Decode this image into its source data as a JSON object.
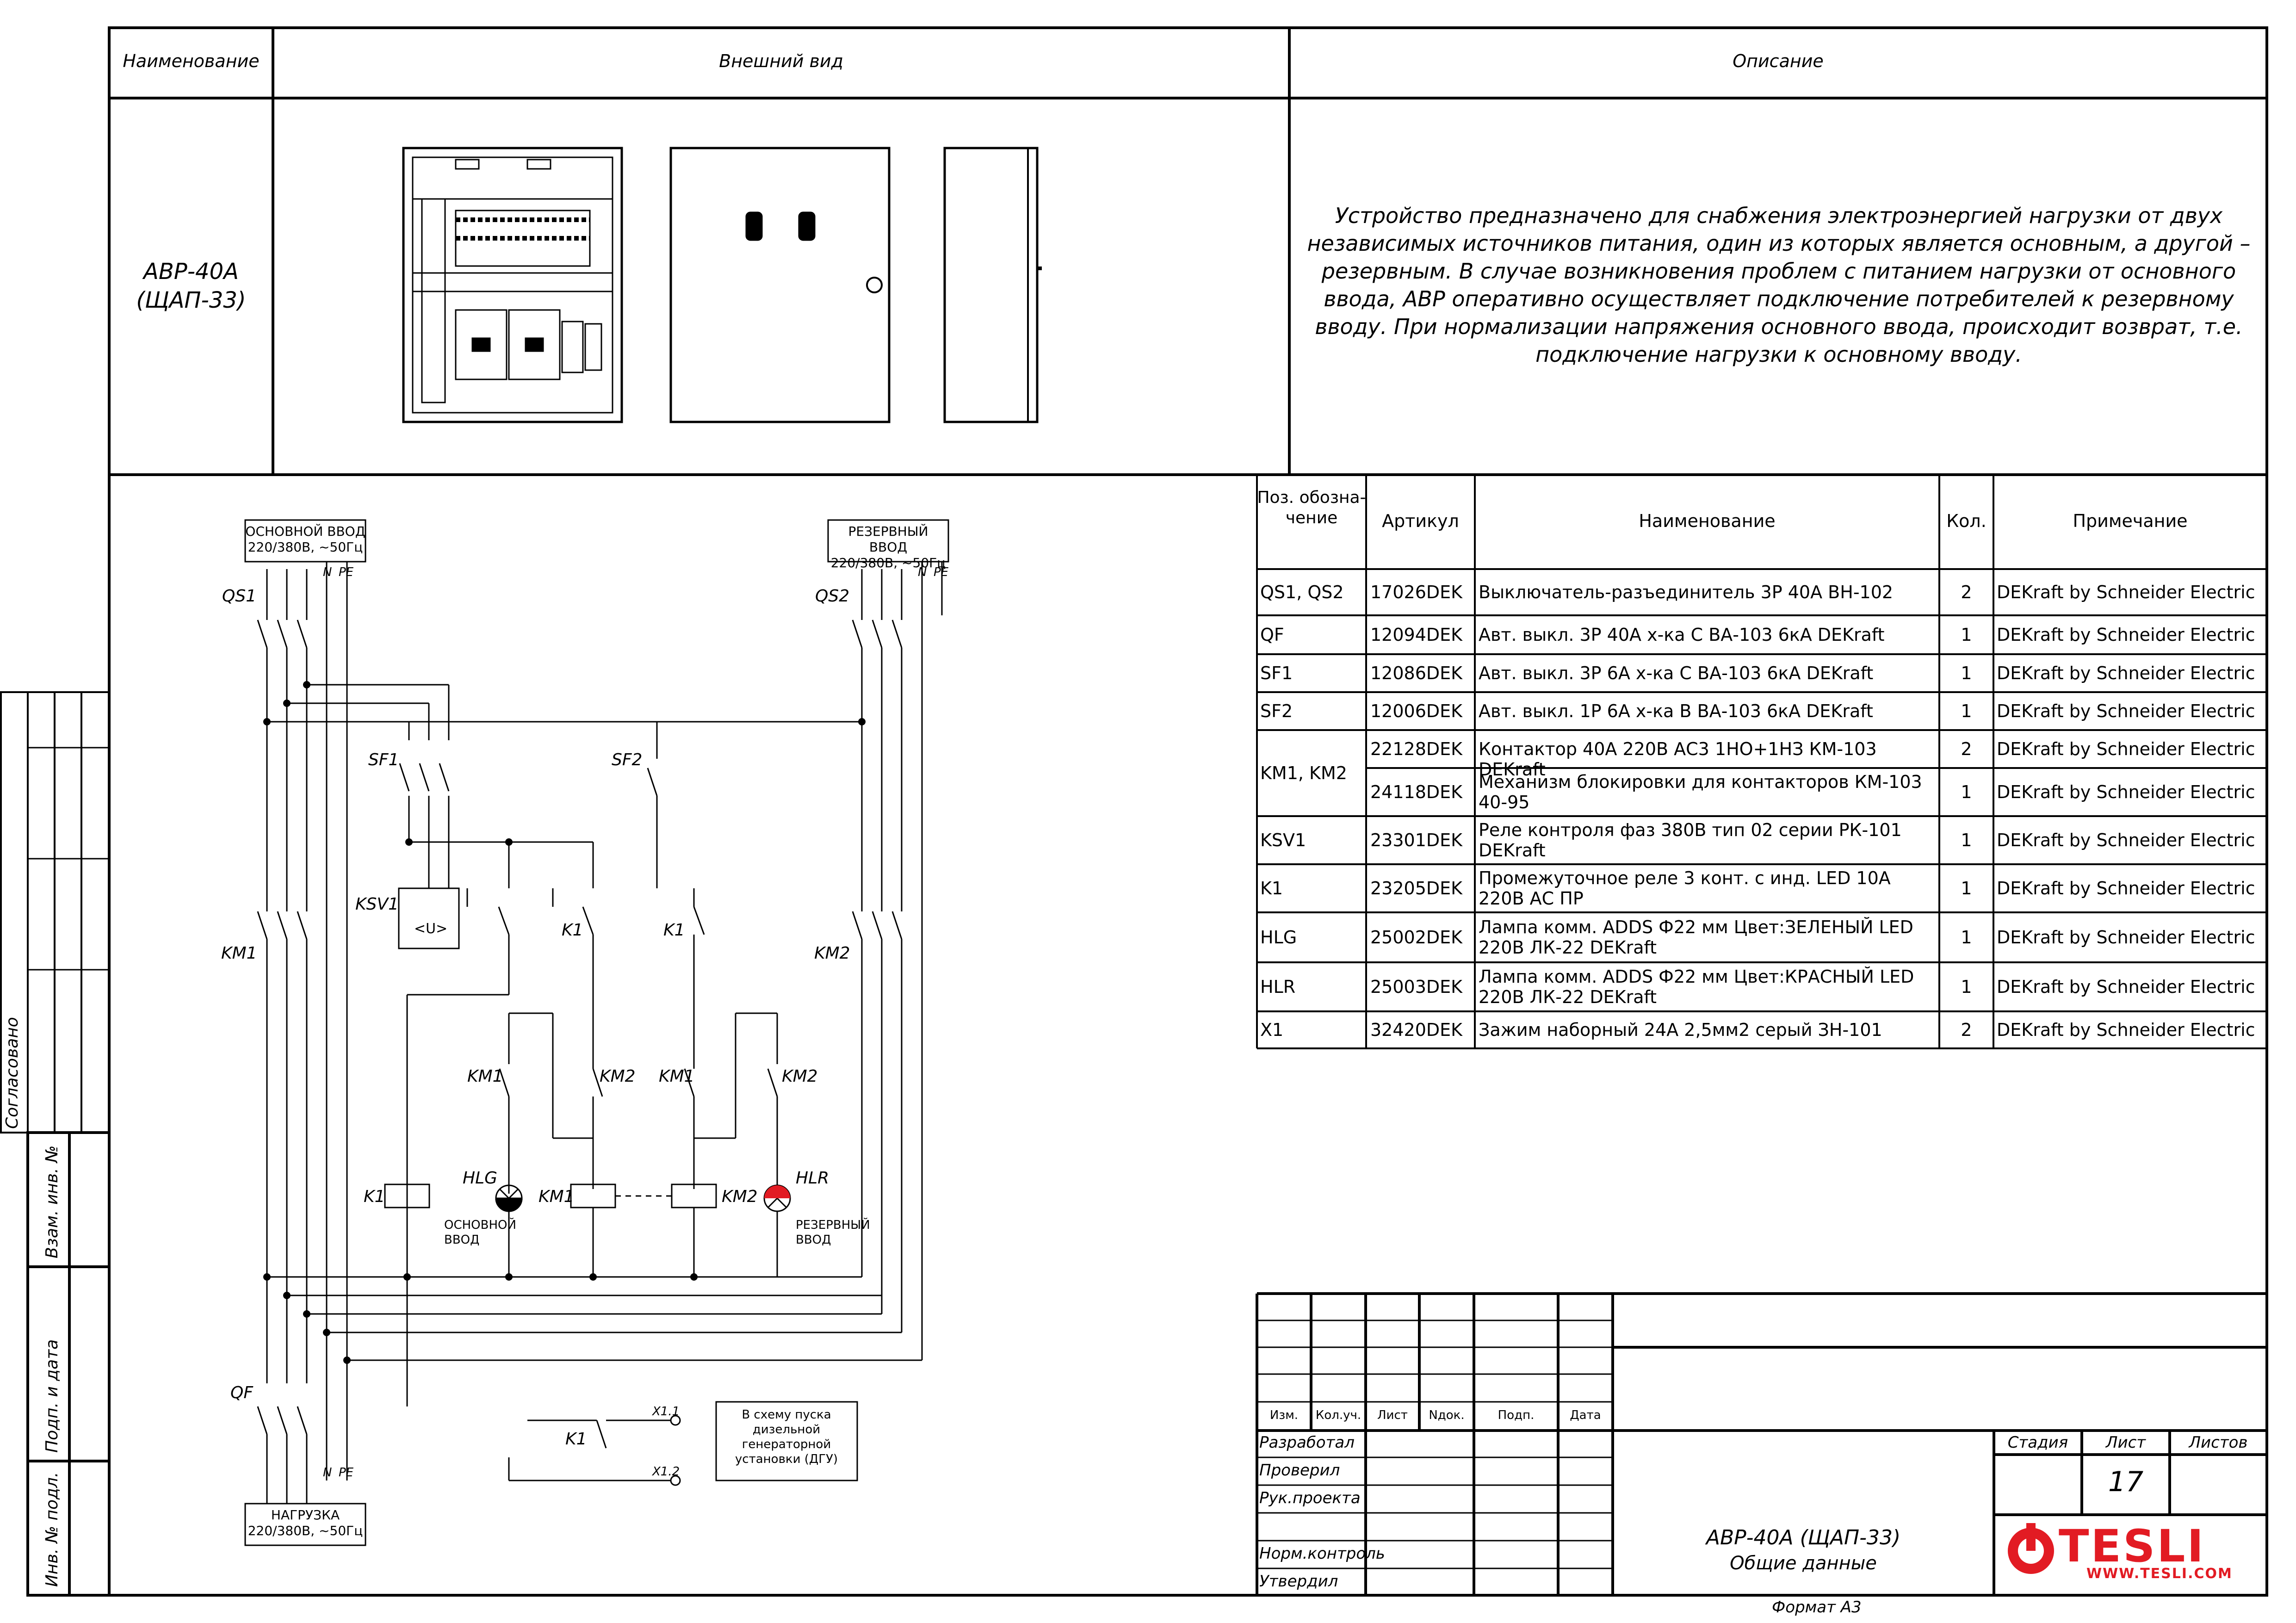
{
  "header": {
    "col1": "Наименование",
    "col2": "Внешний вид",
    "col3": "Описание"
  },
  "device": {
    "name": "АВР-40А",
    "code": "(ЩАП-33)",
    "description": "Устройство предназначено для снабжения электроэнергией нагрузки от двух независимых источников питания, один из которых является основным, а другой – резервным. В случае возникновения проблем с питанием нагрузки от основного ввода, АВР оперативно осуществляет подключение потребителей к резервному вводу. При нормализации напряжения основного ввода, происходит возврат, т.е. подключение нагрузки к основному вводу."
  },
  "spec": {
    "headers": {
      "pos": "Поз. обозна- чение",
      "art": "Артикул",
      "name": "Наименование",
      "qty": "Кол.",
      "note": "Примечание"
    },
    "rows": [
      {
        "pos": "QS1, QS2",
        "art": "17026DEK",
        "name": "Выключатель-разъединитель 3Р 40А ВН-102",
        "qty": "2",
        "note": "DEKraft by Schneider Electric"
      },
      {
        "pos": "QF",
        "art": "12094DEK",
        "name": "Авт. выкл. 3Р 40А х-ка С ВА-103 6кА DEKraft",
        "qty": "1",
        "note": "DEKraft by Schneider Electric"
      },
      {
        "pos": "SF1",
        "art": "12086DEK",
        "name": "Авт. выкл. 3Р 6А х-ка С ВА-103 6кА DEKraft",
        "qty": "1",
        "note": "DEKraft by Schneider Electric"
      },
      {
        "pos": "SF2",
        "art": "12006DEK",
        "name": "Авт. выкл. 1Р 6А х-ка В ВА-103 6кА DEKraft",
        "qty": "1",
        "note": "DEKraft by Schneider Electric"
      },
      {
        "pos": "KM1, KM2",
        "art": "22128DEK",
        "name": "Контактор 40А 220В АС3 1НО+1НЗ КМ-103 DEKraft",
        "qty": "2",
        "note": "DEKraft by Schneider Electric"
      },
      {
        "pos": "",
        "art": "24118DEK",
        "name": "Механизм блокировки для контакторов КМ-103 40-95",
        "qty": "1",
        "note": "DEKraft by Schneider Electric"
      },
      {
        "pos": "KSV1",
        "art": "23301DEK",
        "name": "Реле контроля фаз 380В тип 02 серии РК-101 DEKraft",
        "qty": "1",
        "note": "DEKraft by Schneider Electric"
      },
      {
        "pos": "K1",
        "art": "23205DEK",
        "name": "Промежуточное реле 3 конт. с инд. LED 10А 220В АС ПР",
        "qty": "1",
        "note": "DEKraft by Schneider Electric"
      },
      {
        "pos": "HLG",
        "art": "25002DEK",
        "name": "Лампа комм. ADDS Ф22 мм Цвет:ЗЕЛЕНЫЙ LED 220В ЛК-22 DEKraft",
        "qty": "1",
        "note": "DEKraft by Schneider Electric"
      },
      {
        "pos": "HLR",
        "art": "25003DEK",
        "name": "Лампа комм. ADDS Ф22 мм Цвет:КРАСНЫЙ LED 220В ЛК-22 DEKraft",
        "qty": "1",
        "note": "DEKraft by Schneider Electric"
      },
      {
        "pos": "X1",
        "art": "32420DEK",
        "name": "Зажим наборный 24А 2,5мм2 серый ЗН-101",
        "qty": "2",
        "note": "DEKraft by Schneider Electric"
      }
    ]
  },
  "schematic": {
    "main_input": "ОСНОВНОЙ ВВОД",
    "main_input_v": "220/380В, ~50Гц",
    "reserve_input": "РЕЗЕРВНЫЙ ВВОД",
    "reserve_input_v": "220/380В, ~50Гц",
    "load": "НАГРУЗКА",
    "load_v": "220/380В, ~50Гц",
    "dgu_note": "В схему пуска дизельной генераторной установки (ДГУ)",
    "lamp_main": "ОСНОВНОЙ ВВОД",
    "lamp_reserve": "РЕЗЕРВНЫЙ ВВОД",
    "labels": {
      "qs1": "QS1",
      "qs2": "QS2",
      "sf1": "SF1",
      "sf2": "SF2",
      "ksv1": "KSV1",
      "km1": "KM1",
      "km2": "KM2",
      "k1": "K1",
      "qf": "QF",
      "hlg": "HLG",
      "hlr": "HLR",
      "u": "<U>",
      "x11": "X1.1",
      "x12": "X1.2",
      "n": "N",
      "pe": "PE"
    }
  },
  "sidebar": {
    "agreed": "Согласовано",
    "inv_vz": "Взам. инв. №",
    "sign_date": "Подп. и дата",
    "inv_orig": "Инв. № подл."
  },
  "title_block": {
    "cols": [
      "Изм.",
      "Кол.уч.",
      "Лист",
      "Nдок.",
      "Подп.",
      "Дата"
    ],
    "roles": [
      "Разработал",
      "Проверил",
      "Рук.проекта",
      "Норм.контроль",
      "Утвердил"
    ],
    "stage_h": "Стадия",
    "sheet_h": "Лист",
    "sheets_h": "Листов",
    "sheet_no": "17",
    "doc_title": "АВР-40А (ЩАП-33)",
    "doc_sub": "Общие данные",
    "logo": "TESLI",
    "logo_url": "WWW.TESLI.COM",
    "format": "Формат А3",
    "brand_color": "#e21b23"
  }
}
